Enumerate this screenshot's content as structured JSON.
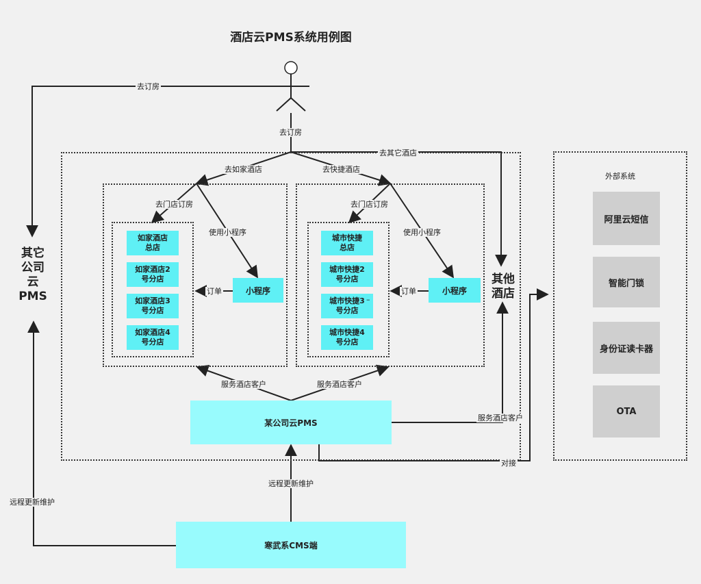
{
  "title": "酒店云PMS系统用例图",
  "external": {
    "heading": "外部系统",
    "items": [
      "阿里云短信",
      "智能门锁",
      "身份证读卡器",
      "OTA"
    ]
  },
  "other_company": "其它\n公司\n云\nPMS",
  "other_hotels": "其他\n酒店",
  "rujia": {
    "branches": [
      "如家酒店\n总店",
      "如家酒店2\n号分店",
      "如家酒店3\n号分店",
      "如家酒店4\n号分店"
    ],
    "miniprogram": "小程序"
  },
  "chengshi": {
    "branches": [
      "城市快捷\n总店",
      "城市快捷2\n号分店",
      "城市快捷3\n号分店",
      "城市快捷4\n号分店"
    ],
    "miniprogram": "小程序"
  },
  "pms": "某公司云PMS",
  "cms": "寒武系CMS端",
  "labels": {
    "book_room_left": "去订房",
    "book_room_down": "去订房",
    "go_other_hotel": "去其它酒店",
    "go_rujia": "去如家酒店",
    "go_kuaijie": "去快捷酒店",
    "store_booking_1": "去门店订房",
    "store_booking_2": "去门店订房",
    "use_mp_1": "使用小程序",
    "use_mp_2": "使用小程序",
    "order_1": "订单",
    "order_2": "订单",
    "serve_1": "服务酒店客户",
    "serve_2": "服务酒店客户",
    "serve_3": "服务酒店客户",
    "dock": "对接",
    "remote_1": "远程更新维护",
    "remote_2": "远程更新维护",
    "dash_mark": "–"
  }
}
